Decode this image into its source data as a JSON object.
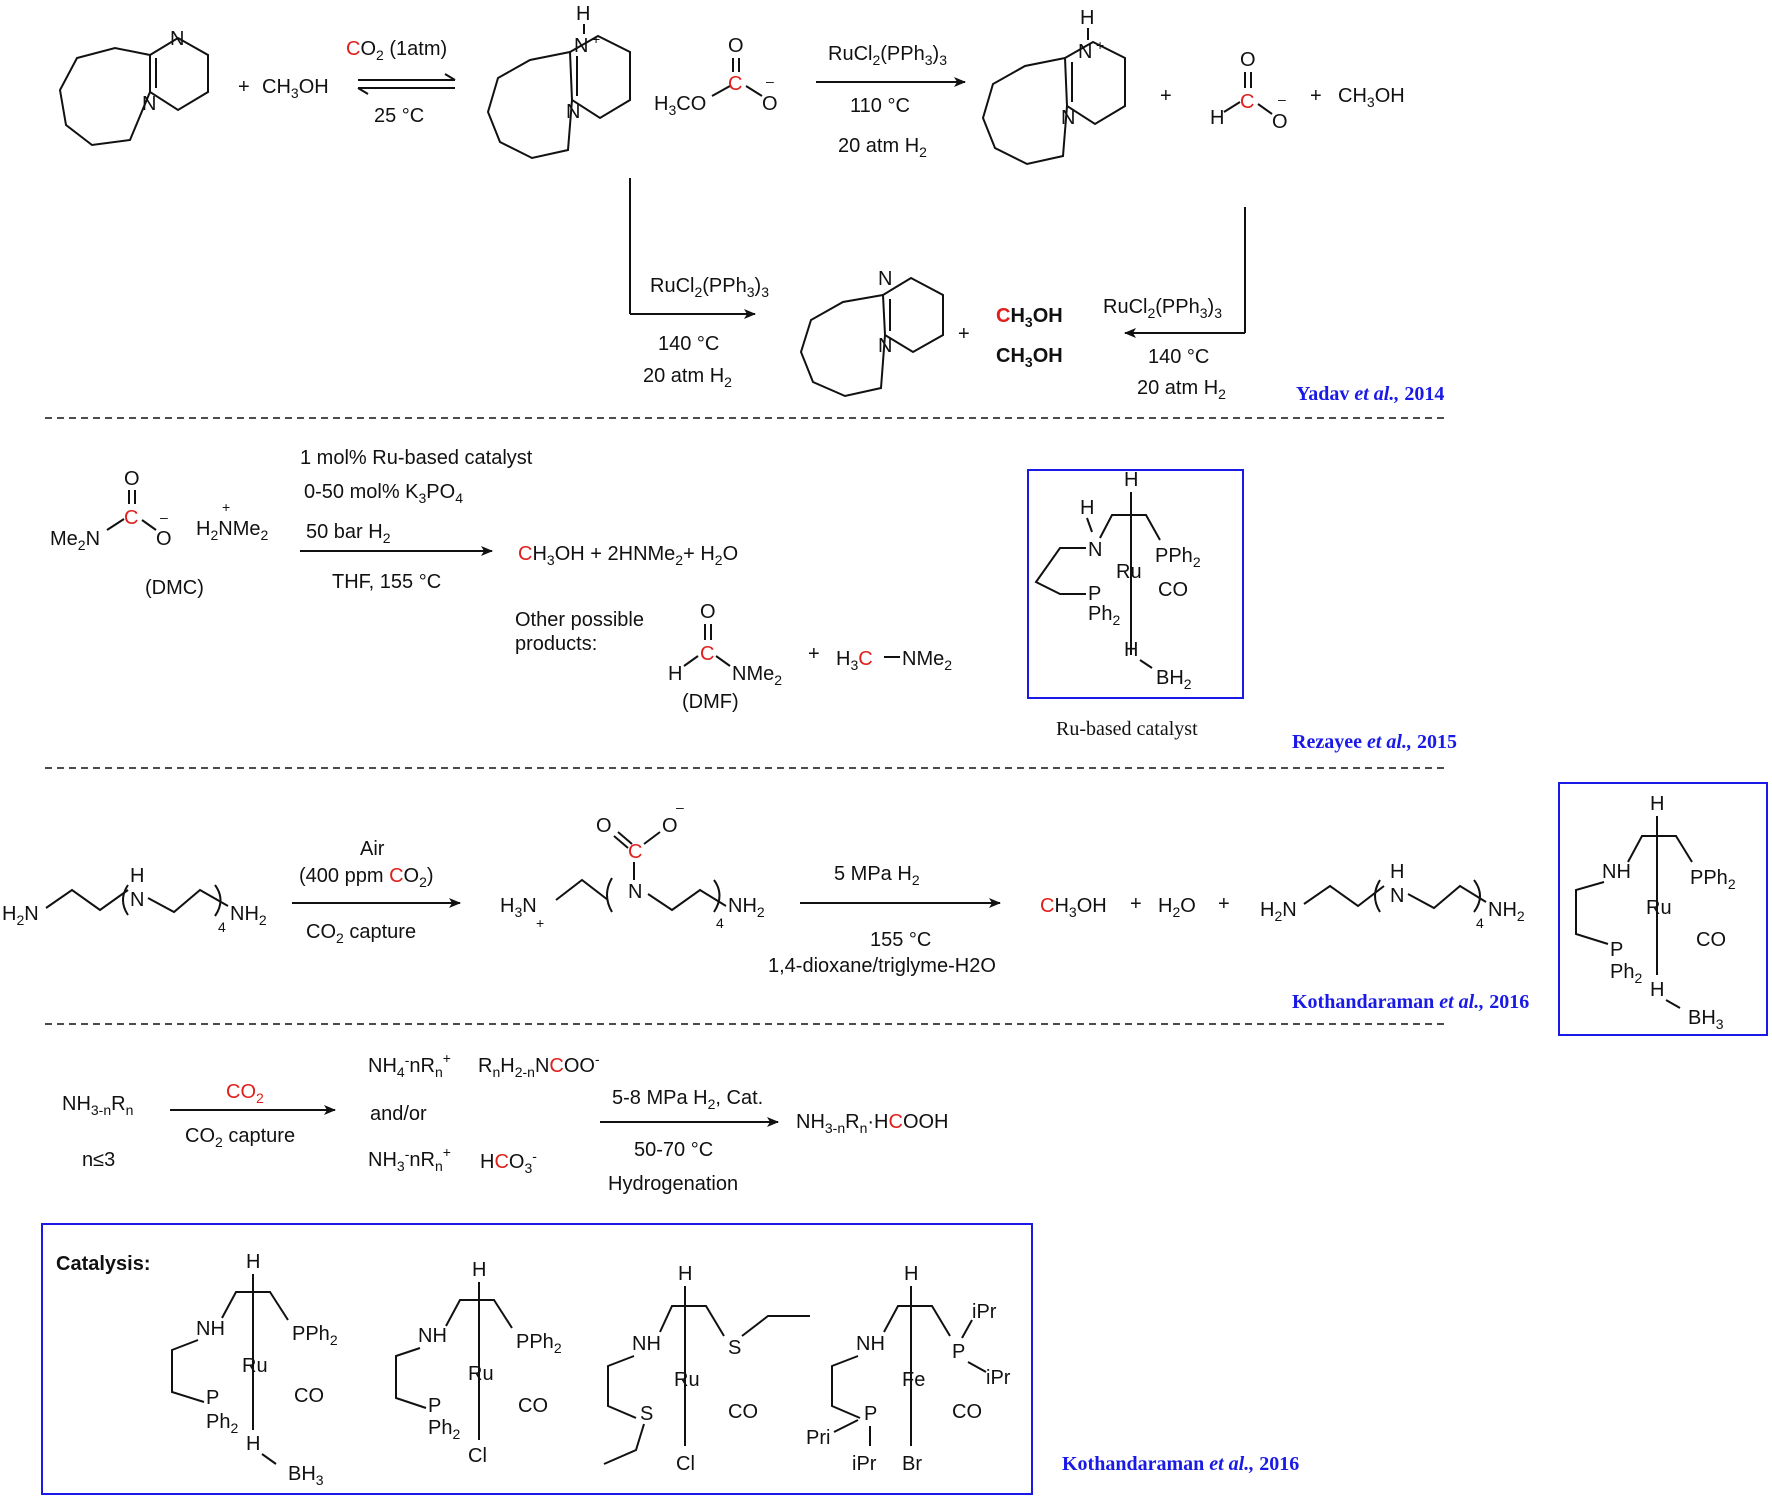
{
  "scheme1": {
    "plus": "+",
    "methanol": "CH",
    "methanol_sub": "3",
    "methanol_end": "OH",
    "co2_c": "C",
    "co2_rest": "O",
    "co2_sub": "2",
    "co2_cond": " (1atm)",
    "temp1": "25 °C",
    "N": "N",
    "H": "H",
    "plus_charge": "+",
    "minus_charge": "–",
    "O": "O",
    "C": "C",
    "carbonate_h3co": "H",
    "carbonate_sub3": "3",
    "carbonate_co": "CO",
    "catalyst_a": "RuCl",
    "catalyst_sub2": "2",
    "catalyst_b": "(PPh",
    "catalyst_sub3": "3",
    "catalyst_c": ")",
    "catalyst_d": "3",
    "temp2": "110 °C",
    "pressure": "20 atm H",
    "pressure_sub": "2",
    "temp3": "140 °C",
    "product_1": "H",
    "product_2": "3",
    "product_3": "OH",
    "ref_author": "Yadav",
    "ref_etal": " et al.,",
    "ref_year": " 2014"
  },
  "scheme2": {
    "me2n": "Me",
    "me2n_sub": "2",
    "me2n_n": "N",
    "h2nme2_a": "H",
    "h2nme2_sub": "2",
    "h2nme2_b": "NMe",
    "h2nme2_sub2": "2",
    "dmc": "(DMC)",
    "cond1": "1 mol% Ru-based catalyst",
    "cond2_a": "0-50 mol% K",
    "cond2_sub": "3",
    "cond2_b": "PO",
    "cond2_sub2": "4",
    "cond3_a": "50 bar H",
    "cond3_sub": "2",
    "cond4": "THF, 155 °C",
    "prod_a": "H",
    "prod_sub": "3",
    "prod_b": "OH  + 2HNMe",
    "prod_sub2": "2",
    "prod_c": "+ H",
    "prod_sub3": "2",
    "prod_d": "O",
    "other1": "Other possible",
    "other2": "products:",
    "dmf": "(DMF)",
    "nme2": "NMe",
    "nme2_sub": "2",
    "h3c_a": "H",
    "h3c_sub": "3",
    "cat_caption": "Ru-based catalyst",
    "ru": "Ru",
    "pph2": "PPh",
    "pph2_sub": "2",
    "ph2": "Ph",
    "co": "CO",
    "bh2": "BH",
    "bh2_sub": "2",
    "P": "P",
    "ref_author": "Rezayee",
    "ref_etal": " et al.,",
    "ref_year": " 2015"
  },
  "scheme3": {
    "h2n": "H",
    "h2n_sub": "2",
    "h2n_n": "N",
    "nh2": "NH",
    "nh2_sub": "2",
    "four": "4",
    "air": "Air",
    "air2_a": "(400 ppm ",
    "air2_b": "O",
    "air2_sub": "2",
    "air2_c": ")",
    "capture_a": "CO",
    "capture_sub": "2",
    "capture_b": " capture",
    "h3n_a": "H",
    "h3n_sub": "3",
    "h3n_b": "N",
    "cond1_a": "5 MPa H",
    "cond1_sub": "2",
    "cond2": "155 °C",
    "cond3": "1,4-dioxane/triglyme-H2O",
    "prod_a": "H",
    "prod_sub": "3",
    "prod_b": "OH",
    "h2o_a": "H",
    "h2o_sub": "2",
    "h2o_b": "O",
    "bh3": "BH",
    "bh3_sub": "3",
    "ref_author": "Kothandaraman",
    "ref_etal": " et al.,",
    "ref_year": " 2016"
  },
  "scheme4": {
    "amine_a": "NH",
    "amine_sub": "3-n",
    "amine_b": "R",
    "amine_sub2": "n",
    "n_le": "n≤3",
    "co2": "O",
    "co2_sub": "2",
    "capture": " capture",
    "salt1_a": "NH",
    "salt1_sub": "4",
    "salt1_sup": "-",
    "salt1_b": "nR",
    "salt1_sub2": "n",
    "salt1_sup2": "+",
    "salt2_a": "R",
    "salt2_sub": "n",
    "salt2_b": "H",
    "salt2_sub2": "2-n",
    "salt2_c": "N",
    "salt2_d": "OO",
    "salt2_sup": "-",
    "andor": "and/or",
    "salt3_a": "NH",
    "salt3_sub": "3",
    "salt3_sup": "-",
    "salt4_a": "H",
    "salt4_b": "O",
    "salt4_sub": "3",
    "salt4_sup": "-",
    "cond1_a": "5-8 MPa H",
    "cond1_sub": "2",
    "cond1_b": ", Cat.",
    "cond2": "50-70 °C",
    "cond3": "Hydrogenation",
    "prod_a": "NH",
    "prod_sub": "3-n",
    "prod_b": "R",
    "prod_sub2": "n",
    "prod_c": "·H",
    "prod_d": "OOH",
    "catalysis_label": "Catalysis:",
    "cl": "Cl",
    "br": "Br",
    "fe": "Fe",
    "S": "S",
    "ipr": "iPr",
    "pri": "Pri",
    "ref_author": "Kothandaraman",
    "ref_etal": " et al.,",
    "ref_year": " 2016"
  },
  "colors": {
    "highlight": "#e0201c",
    "reference": "#1a1ae6"
  }
}
